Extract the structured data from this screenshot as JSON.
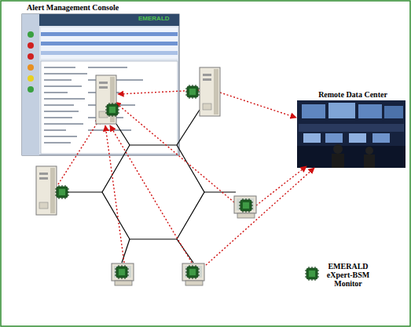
{
  "diagram": {
    "nodes": [
      {
        "text": [
          "Alert Management Console"
        ]
      },
      {
        "text": [
          "Remote Data Center"
        ]
      }
    ],
    "labels": [
      "EMERALD"
    ],
    "legend": [
      {
        "text": "EMERALD eXpert-BSM Monitor"
      }
    ]
  }
}
